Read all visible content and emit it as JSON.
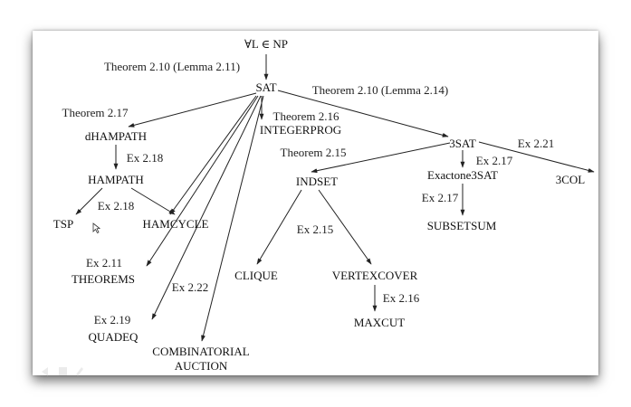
{
  "nodes": {
    "np": "∀L ∈ NP",
    "sat": "SAT",
    "dhampath": "dHAMPATH",
    "hampath": "HAMPATH",
    "tsp": "TSP",
    "hamcycle": "HAMCYCLE",
    "theorems": "THEOREMS",
    "quadeq": "QUADEQ",
    "combinatorial": "COMBINATORIAL",
    "auction": "AUCTION",
    "integerprog": "INTEGERPROG",
    "indset": "INDSET",
    "clique": "CLIQUE",
    "vertexcover": "VERTEXCOVER",
    "maxcut": "MAXCUT",
    "threesat": "3SAT",
    "exactone3sat": "Exactone3SAT",
    "subsetsum": "SUBSETSUM",
    "threecol": "3COL"
  },
  "edge_labels": {
    "np_sat": "Theorem 2.10 (Lemma 2.11)",
    "sat_3sat": "Theorem 2.10 (Lemma 2.14)",
    "sat_dhampath": "Theorem 2.17",
    "sat_integerprog": "Theorem 2.16",
    "dhampath_hampath": "Ex 2.18",
    "hampath_tsp": "Ex 2.18",
    "sat_theorems": "Ex 2.11",
    "sat_quadeq": "Ex 2.19",
    "sat_combinatorial": "Ex 2.22",
    "threesat_indset": "Theorem 2.15",
    "indset_clique": "Ex 2.15",
    "vertexcover_maxcut": "Ex 2.16",
    "threesat_3col": "Ex 2.21",
    "threesat_exactone": "Ex 2.17",
    "exactone_subsetsum": "Ex 2.17"
  }
}
